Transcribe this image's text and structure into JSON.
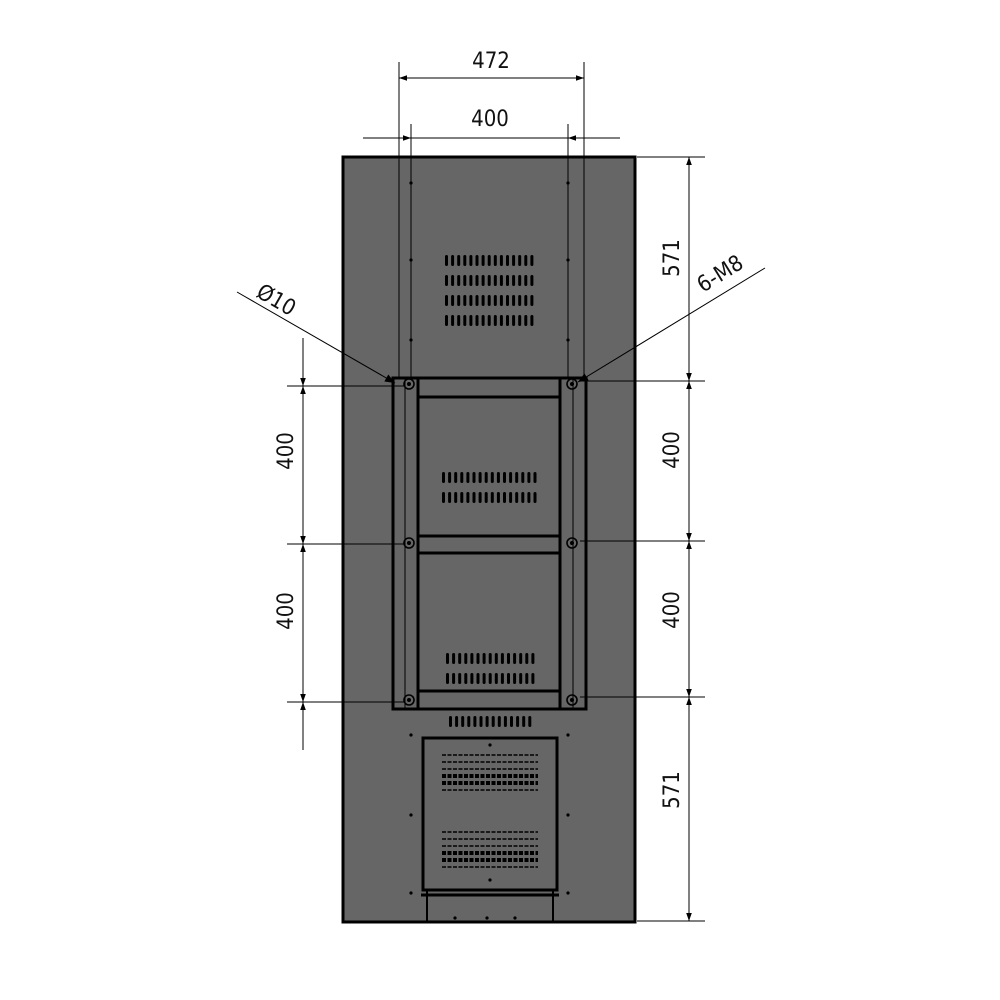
{
  "colors": {
    "cabinet_fill": "#666666",
    "outline": "#000000",
    "background": "#ffffff"
  },
  "dimensions": {
    "top_outer_width": "472",
    "top_inner_width": "400",
    "left_upper_height": "400",
    "left_lower_height": "400",
    "right_top_height": "571",
    "right_upper_height": "400",
    "right_lower_height": "400",
    "right_bottom_height": "571"
  },
  "callouts": {
    "hole_diameter": "Ø10",
    "bolt_spec": "6-M8"
  }
}
